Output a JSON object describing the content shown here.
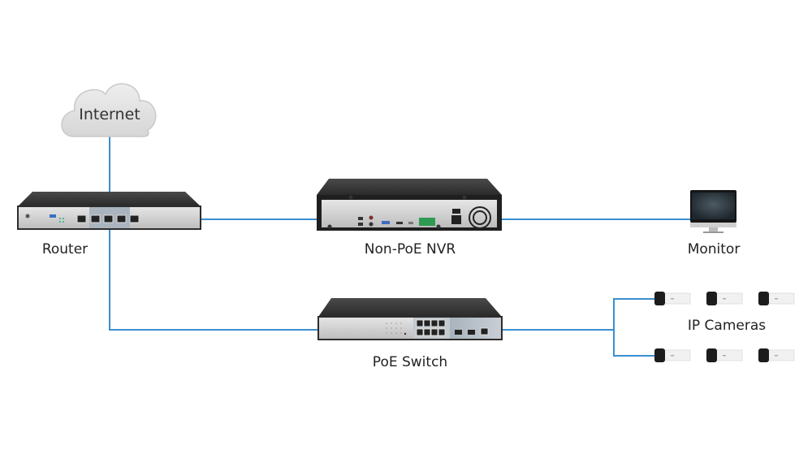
{
  "diagram": {
    "title": "Non-PoE NVR surveillance network topology",
    "link_color": "#3a8fd0",
    "nodes": {
      "internet": {
        "label": "Internet",
        "type": "cloud"
      },
      "router": {
        "label": "Router",
        "type": "router",
        "ports": 5
      },
      "nvr": {
        "label": "Non-PoE NVR",
        "type": "nvr"
      },
      "monitor": {
        "label": "Monitor",
        "type": "monitor"
      },
      "poe_switch": {
        "label": "PoE Switch",
        "type": "switch",
        "rj45_ports": 8,
        "sfp_ports": 2,
        "uplink_ports": 1
      },
      "ip_cameras": {
        "label": "IP Cameras",
        "type": "camera-group",
        "count": 6
      }
    },
    "links": [
      {
        "from": "internet",
        "to": "router"
      },
      {
        "from": "router",
        "to": "nvr"
      },
      {
        "from": "nvr",
        "to": "monitor"
      },
      {
        "from": "router",
        "to": "poe_switch"
      },
      {
        "from": "poe_switch",
        "to": "ip_cameras"
      }
    ]
  }
}
